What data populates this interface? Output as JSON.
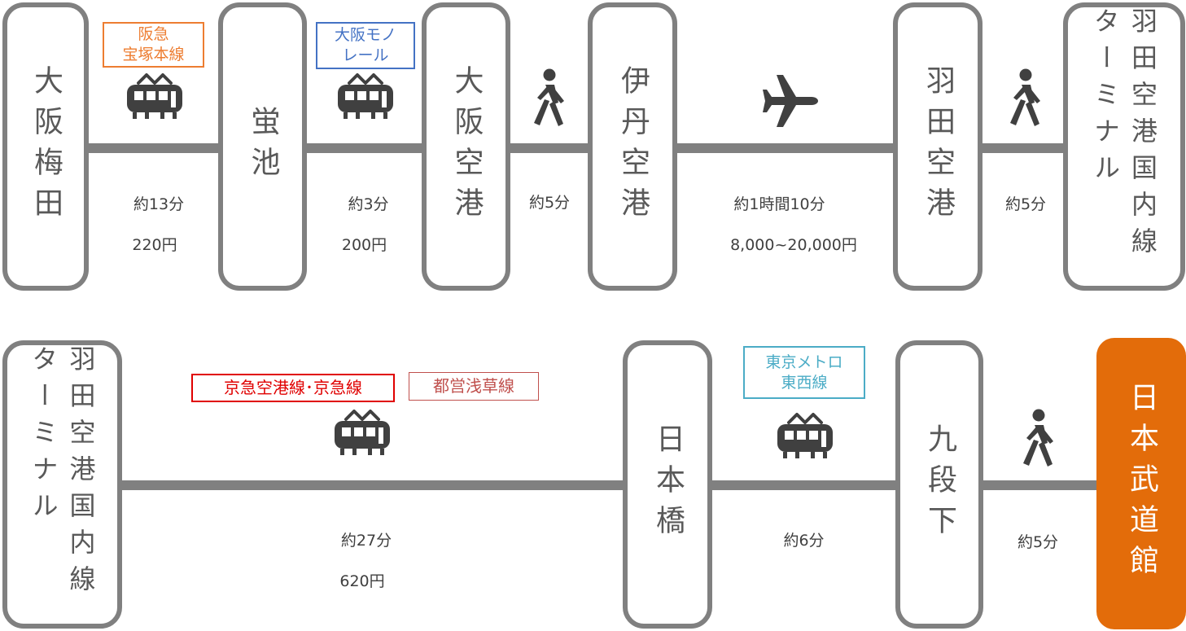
{
  "colors": {
    "line": "#808080",
    "destination": "#e36c0a",
    "hankyu": "#ed7d31",
    "monorail": "#4472c4",
    "keikyu": "#e00000",
    "toei": "#c0504d",
    "metro": "#4bacc6"
  },
  "row1": {
    "stations": [
      "大阪梅田",
      "蛍池",
      "大阪空港",
      "伊丹空港",
      "羽田空港",
      "羽田空港国内線ターミナル"
    ],
    "legs": [
      {
        "time": "約13分",
        "fare": "220円",
        "line_label": [
          "阪急",
          "宝塚本線"
        ],
        "icon": "train-icon"
      },
      {
        "time": "約3分",
        "fare": "200円",
        "line_label": [
          "大阪モノ",
          "レール"
        ],
        "icon": "train-icon"
      },
      {
        "time": "約5分",
        "icon": "walk-icon"
      },
      {
        "time": "約1時間10分",
        "fare": "8,000~20,000円",
        "icon": "airplane-icon"
      },
      {
        "time": "約5分",
        "icon": "walk-icon"
      }
    ]
  },
  "row2": {
    "stations": [
      "羽田空港国内線ターミナル",
      "日本橋",
      "九段下",
      "日本武道館"
    ],
    "legs": [
      {
        "time": "約27分",
        "fare": "620円",
        "line_labels": [
          "京急空港線･京急線",
          "都営浅草線"
        ],
        "icon": "train-icon"
      },
      {
        "time": "約6分",
        "line_label": [
          "東京メトロ",
          "東西線"
        ],
        "icon": "train-icon"
      },
      {
        "time": "約5分",
        "icon": "walk-icon"
      }
    ]
  }
}
